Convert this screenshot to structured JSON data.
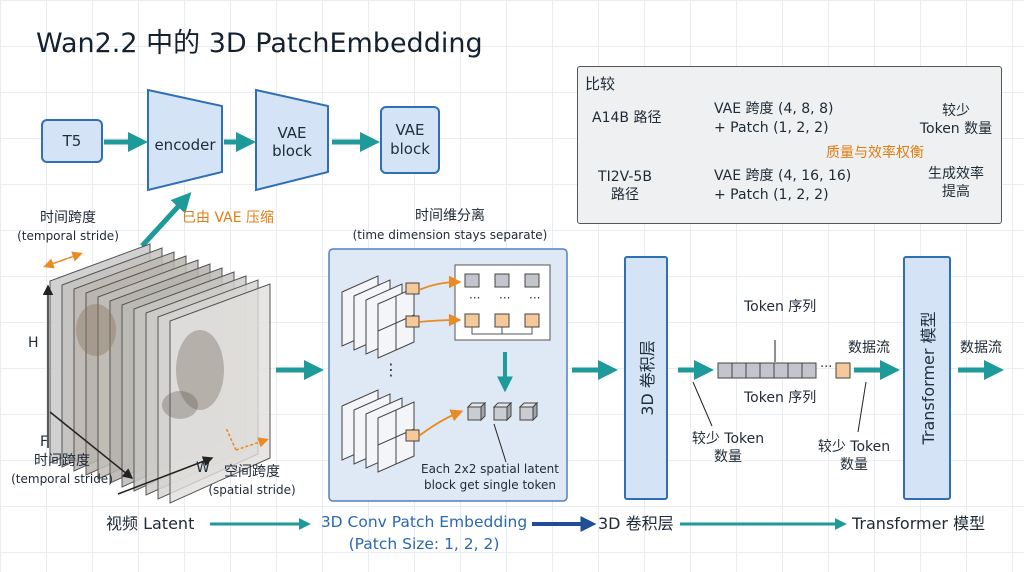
{
  "title": "Wan2.2 中的 3D PatchEmbedding",
  "pipeline": {
    "t5": "T5",
    "encoder": "encoder",
    "vae_block_1": "VAE block",
    "vae_block_2": "VAE block",
    "compressed_note": "已由 VAE 压缩"
  },
  "comparison": {
    "title": "比较",
    "row1": {
      "path": "A14B 路径",
      "detail_line1": "VAE 跨度 (4, 8, 8)",
      "detail_line2": "+ Patch (1, 2, 2)",
      "result_line1": "较少",
      "result_line2": "Token 数量"
    },
    "tradeoff": "质量与效率权衡",
    "row2": {
      "path_line1": "TI2V-5B",
      "path_line2": "路径",
      "detail_line1": "VAE 跨度 (4, 16, 16)",
      "detail_line2": "+ Patch (1, 2, 2)",
      "result_line1": "生成效率",
      "result_line2": "提高"
    }
  },
  "video_block": {
    "temporal_top_cn": "时间跨度",
    "temporal_top_en": "(temporal stride)",
    "h_label": "H",
    "f_label": "F",
    "w_label": "W",
    "temporal_bottom_cn": "时间跨度",
    "temporal_bottom_en": "(temporal stride)",
    "spatial_cn": "空间跨度",
    "spatial_en": "(spatial stride)"
  },
  "patch_panel": {
    "caption_cn": "时间维分离",
    "caption_en": "(time dimension stays separate)",
    "dots_h": "···",
    "dots_v": "⋮",
    "note_line1": "Each 2x2 spatial latent",
    "note_line2": "block get single token"
  },
  "conv_label": "3D 卷积层",
  "token_seq_top": "Token 序列",
  "token_seq_bottom": "Token 序列",
  "token_dots": "···",
  "fewer_tokens_1_line1": "较少 Token",
  "fewer_tokens_1_line2": "数量",
  "fewer_tokens_2_line1": "较少 Token",
  "fewer_tokens_2_line2": "数量",
  "data_flow_1": "数据流",
  "data_flow_2": "数据流",
  "transformer_label": "Transformer 模型",
  "bottom_flow": {
    "video_latent": "视频 Latent",
    "patch_embed_line1": "3D Conv Patch Embedding",
    "patch_embed_line2": "(Patch Size: 1, 2, 2)",
    "conv_layer": "3D 卷积层",
    "transformer": "Transformer 模型"
  },
  "colors": {
    "teal": "#1e9a9a",
    "orange": "#e98a22",
    "box_fill": "#d4e3f5",
    "box_border": "#2f6fb5",
    "navy": "#1f4e96"
  }
}
